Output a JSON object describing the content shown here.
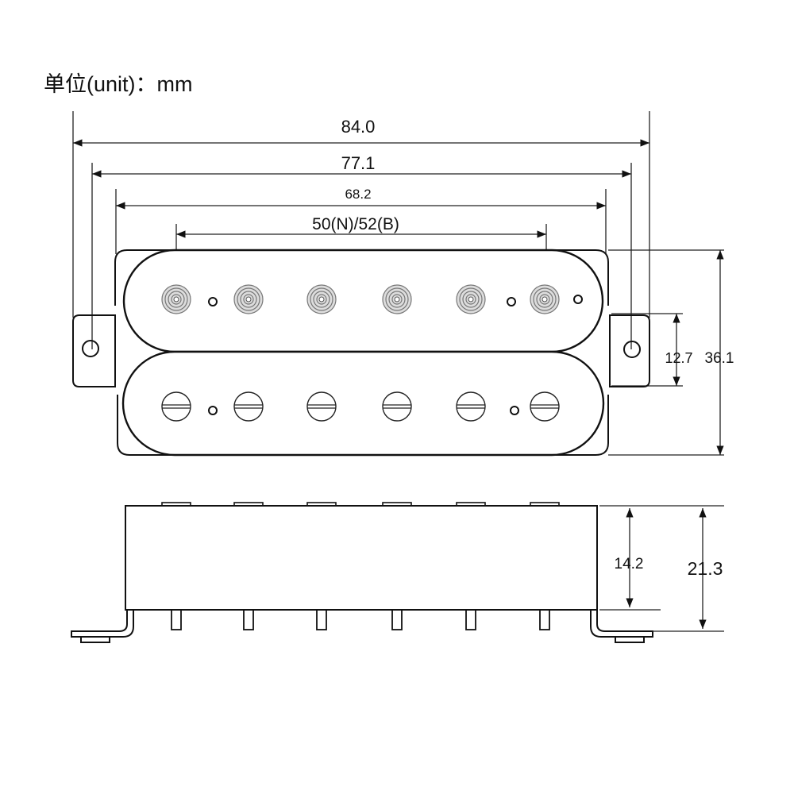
{
  "title": "单位(unit)：mm",
  "dimensions": {
    "overall_length": "84.0",
    "mount_hole_spacing": "77.1",
    "cover_length": "68.2",
    "pole_spacing": "50(N)/52(B)",
    "tab_width": "12.7",
    "overall_width": "36.1",
    "body_height": "14.2",
    "total_height": "21.3"
  },
  "colors": {
    "line": "#111111",
    "background": "#ffffff"
  }
}
